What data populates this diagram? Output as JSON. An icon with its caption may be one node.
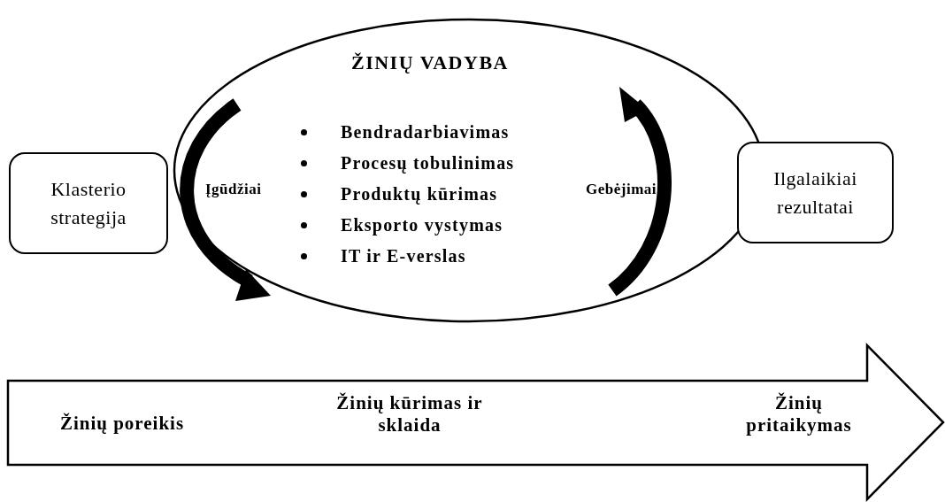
{
  "diagram": {
    "nodes": [
      {
        "text": [
          "ŽINIŲ VADYBA",
          "Bendradarbiavimas",
          "Procesų tobulinimas",
          "Produktų kūrimas",
          "Eksporto vystymas",
          "IT ir E-verslas"
        ]
      },
      {
        "text": [
          "Klasterio strategija"
        ]
      },
      {
        "text": [
          "Ilgalaikiai rezultatai"
        ]
      },
      {
        "text": [
          "Žinių poreikis",
          "Žinių kūrimas ir sklaida",
          "Žinių pritaikymas"
        ]
      }
    ],
    "labels": [
      "Įgūdžiai",
      "Gebėjimai"
    ]
  }
}
